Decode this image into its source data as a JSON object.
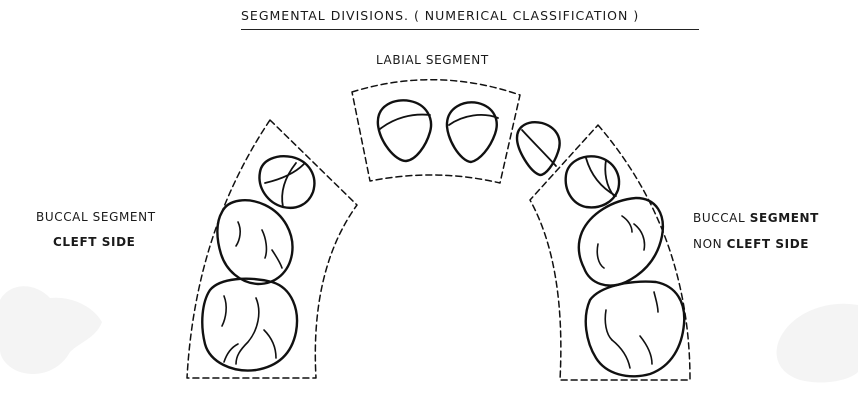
{
  "title": "SEGMENTAL DIVISIONS. ( NUMERICAL CLASSIFICATION )",
  "labial_segment": "LABIAL SEGMENT",
  "buccal_left": {
    "line1": "BUCCAL SEGMENT",
    "line2": "CLEFT SIDE"
  },
  "buccal_right": {
    "line1a": "BUCCAL",
    "line1b": "SEGMENT",
    "line2a": "NON",
    "line2b": "CLEFT SIDE"
  }
}
